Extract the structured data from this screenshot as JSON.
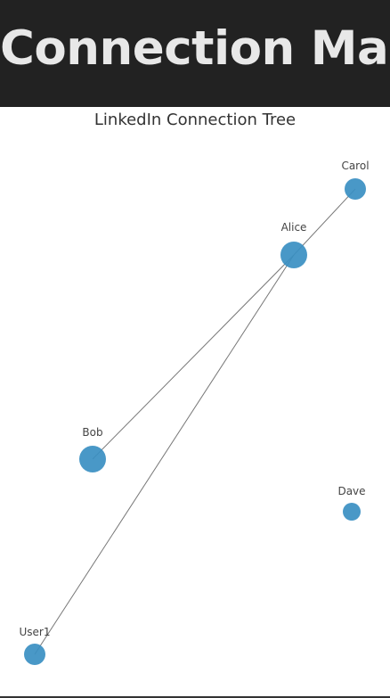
{
  "header": {
    "title": "Connection Map"
  },
  "graph": {
    "title": "LinkedIn Connection Tree",
    "colors": {
      "node": "#3a8fc2",
      "edge": "#777777"
    },
    "nodes": [
      {
        "id": "carol",
        "label": "Carol"
      },
      {
        "id": "alice",
        "label": "Alice"
      },
      {
        "id": "bob",
        "label": "Bob"
      },
      {
        "id": "dave",
        "label": "Dave"
      },
      {
        "id": "user1",
        "label": "User1"
      }
    ],
    "edges": [
      {
        "from": "alice",
        "to": "carol"
      },
      {
        "from": "alice",
        "to": "bob"
      },
      {
        "from": "alice",
        "to": "user1"
      }
    ]
  }
}
